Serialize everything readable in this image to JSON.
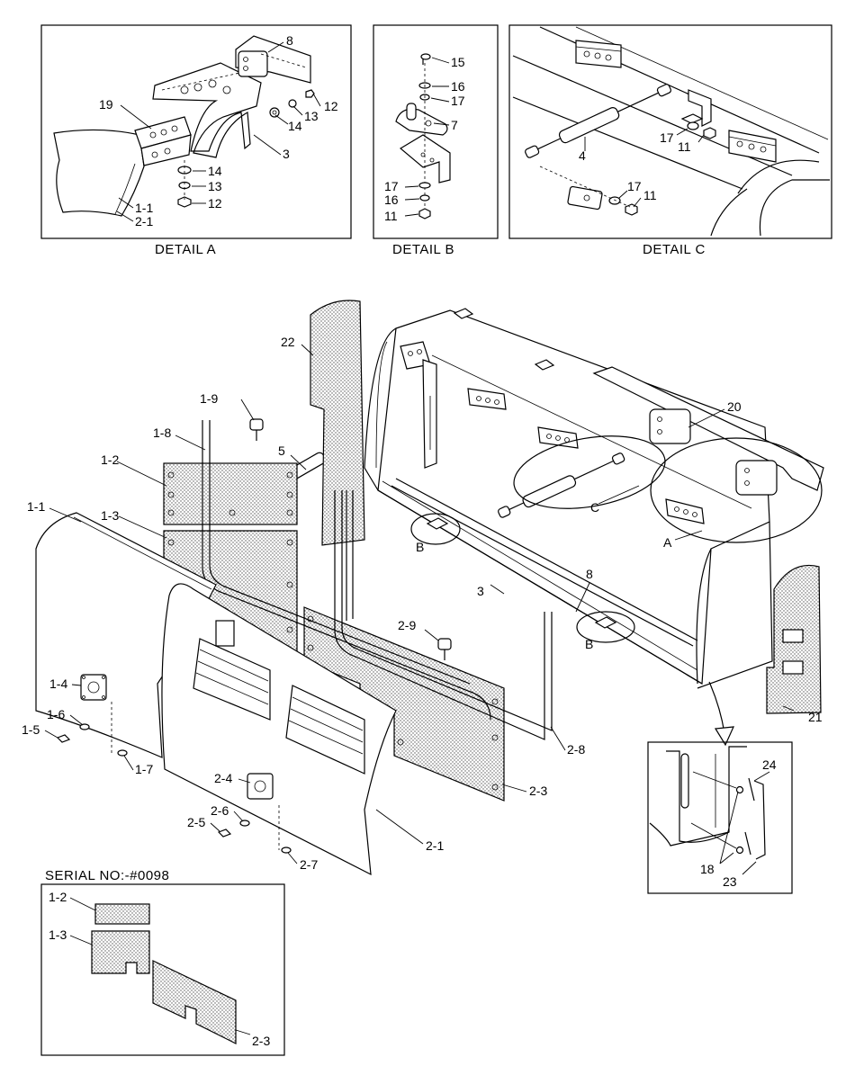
{
  "details": {
    "a": {
      "title": "DETAIL  A"
    },
    "b": {
      "title": "DETAIL  B"
    },
    "c": {
      "title": "DETAIL  C"
    }
  },
  "serial": {
    "label": "SERIAL NO:-#0098"
  },
  "parts": {
    "p1_1": "1-1",
    "p1_2": "1-2",
    "p1_3": "1-3",
    "p1_4": "1-4",
    "p1_5": "1-5",
    "p1_6": "1-6",
    "p1_7": "1-7",
    "p1_8": "1-8",
    "p1_9": "1-9",
    "p2_1": "2-1",
    "p2_3": "2-3",
    "p2_4": "2-4",
    "p2_5": "2-5",
    "p2_6": "2-6",
    "p2_7": "2-7",
    "p2_8": "2-8",
    "p2_9": "2-9",
    "p3": "3",
    "p4": "4",
    "p5": "5",
    "p7": "7",
    "p8": "8",
    "p11": "11",
    "p12": "12",
    "p13": "13",
    "p14": "14",
    "p15": "15",
    "p16": "16",
    "p17": "17",
    "p18": "18",
    "p19": "19",
    "p20": "20",
    "p21": "21",
    "p22": "22",
    "p23": "23",
    "p24": "24",
    "callA": "A",
    "callB": "B",
    "callC": "C"
  }
}
